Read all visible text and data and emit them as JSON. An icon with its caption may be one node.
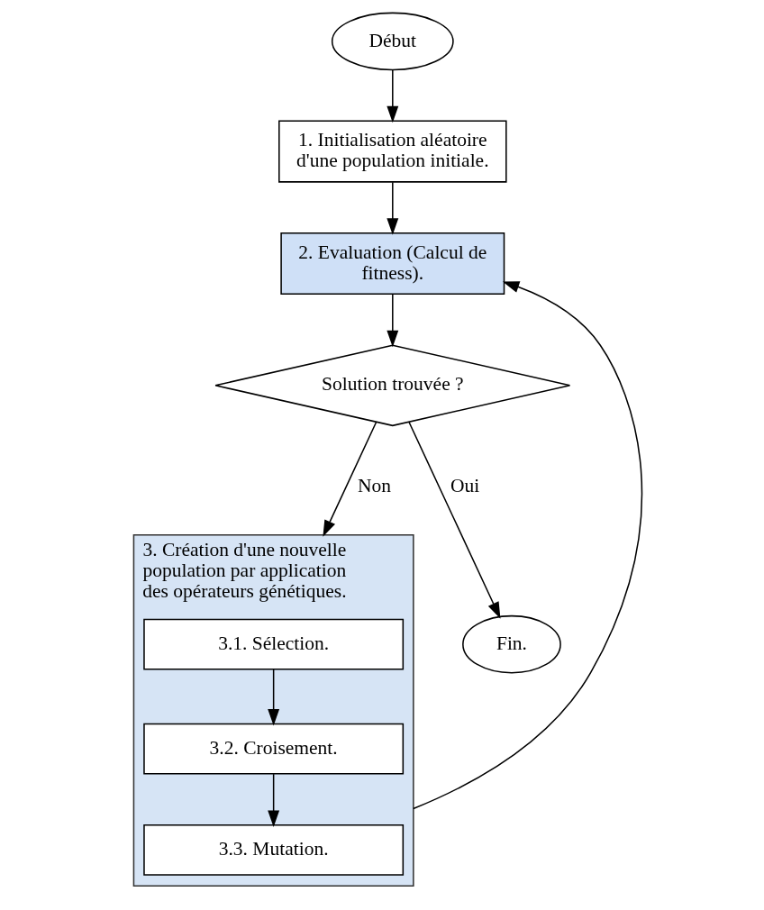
{
  "diagram": {
    "nodes": [
      {
        "text": [
          "Début"
        ]
      },
      {
        "text": [
          "1. Initialisation aléatoire d'une population initiale."
        ]
      },
      {
        "text": [
          "2. Evaluation (Calcul de fitness)."
        ]
      },
      {
        "text": [
          "Solution trouvée ?"
        ]
      },
      {
        "text": [
          "3. Création d'une nouvelle population par application des opérateurs génétiques."
        ]
      },
      {
        "text": [
          "3.1. Sélection."
        ],
        "in": 4
      },
      {
        "text": [
          "3.2. Croisement."
        ],
        "in": 4
      },
      {
        "text": [
          "3.3. Mutation."
        ],
        "in": 4
      },
      {
        "text": [
          "Fin."
        ]
      }
    ],
    "edges": [
      {
        "from": 0,
        "to": 1,
        "arrow": "to"
      },
      {
        "from": 1,
        "to": 2,
        "arrow": "to"
      },
      {
        "from": 2,
        "to": 3,
        "arrow": "to"
      },
      {
        "from": 3,
        "to": 4,
        "arrow": "to",
        "label": "Non"
      },
      {
        "from": 3,
        "to": 8,
        "arrow": "to",
        "label": "Oui"
      },
      {
        "from": 5,
        "to": 6,
        "arrow": "to"
      },
      {
        "from": 6,
        "to": 7,
        "arrow": "to"
      },
      {
        "from": 4,
        "to": 2,
        "arrow": "to"
      }
    ]
  }
}
